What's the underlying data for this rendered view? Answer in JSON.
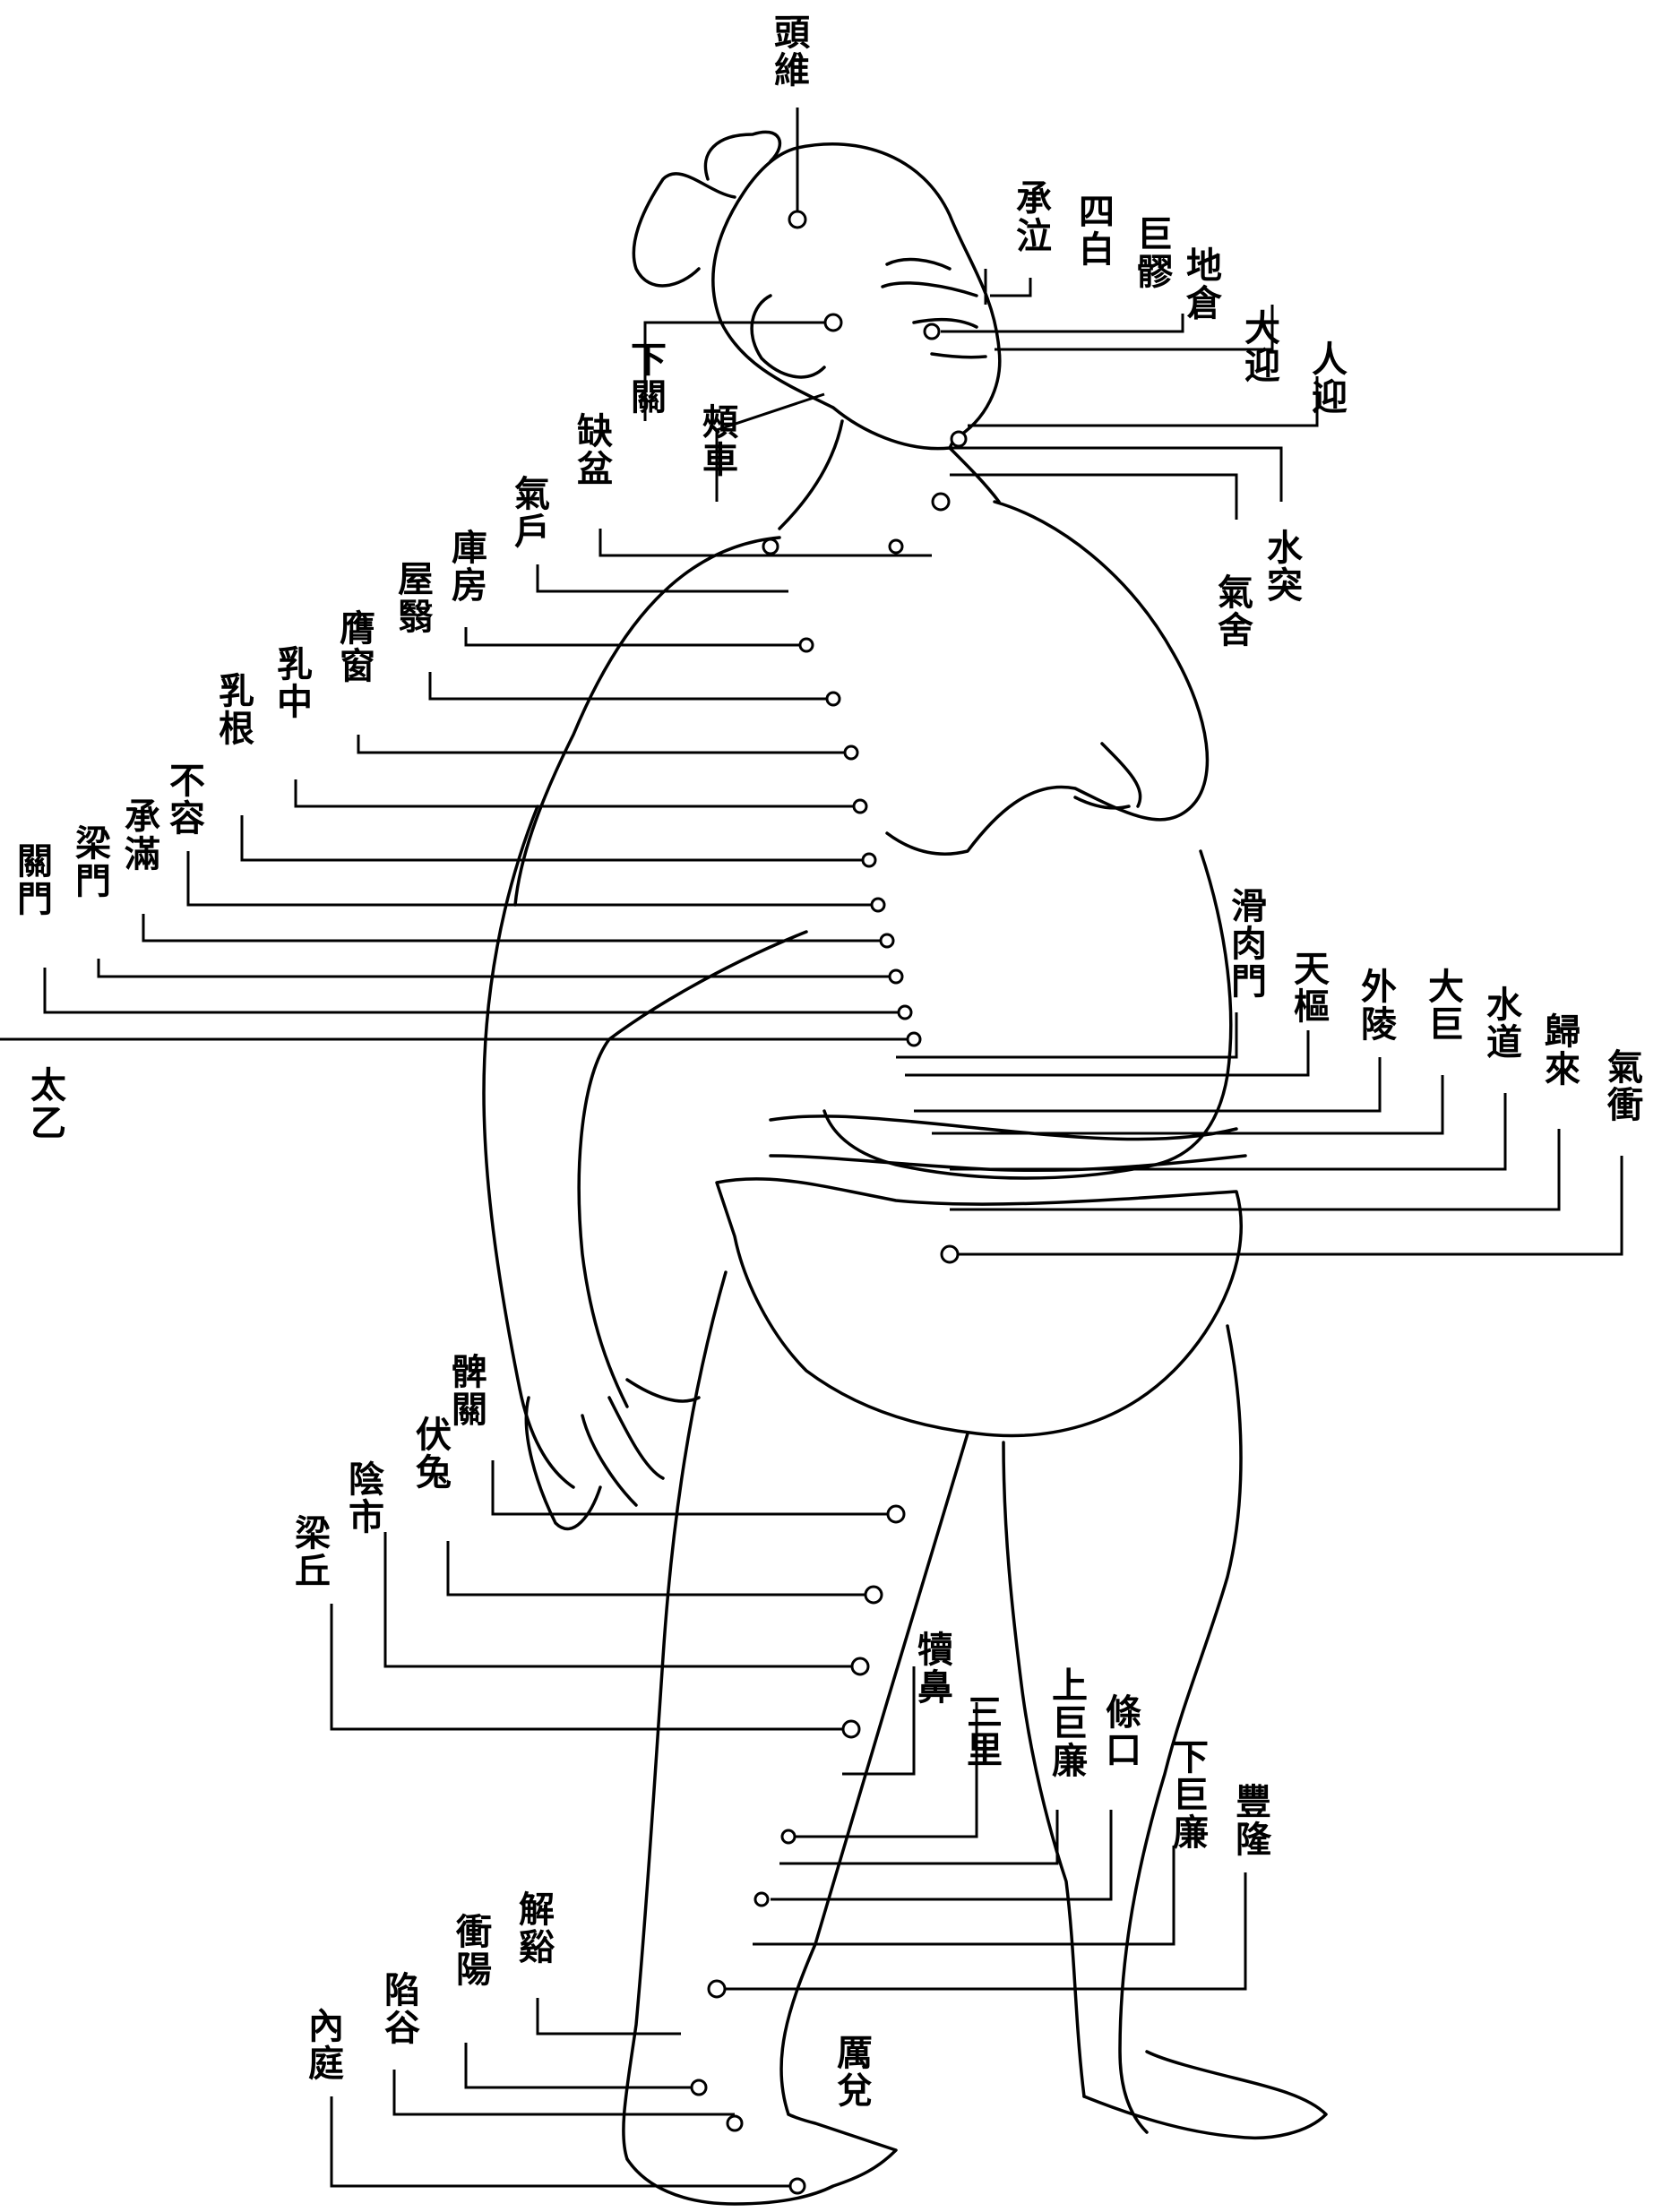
{
  "labels": {
    "touwei": "頭維",
    "chengqi": "承泣",
    "sibai": "四白",
    "juliao": "巨髎",
    "dicang": "地倉",
    "daying": "大迎",
    "renying": "人迎",
    "xiaguan": "下關",
    "jiache": "頰車",
    "quepen": "缺盆",
    "qihu": "氣戶",
    "kufang": "庫房",
    "wuyi": "屋翳",
    "yingchuang": "膺窗",
    "ruzhong": "乳中",
    "rugen": "乳根",
    "burong": "不容",
    "chengman": "承滿",
    "liangmen": "梁門",
    "guanmen": "關門",
    "taiyi": "太乙",
    "shuitu": "水突",
    "qishe": "氣舍",
    "huaroumen": "滑肉門",
    "tianshu": "天樞",
    "wailing": "外陵",
    "daju": "大巨",
    "shuidao": "水道",
    "guilai": "歸來",
    "qichong": "氣衝",
    "biguan": "髀關",
    "futu": "伏兔",
    "yinshi": "陰市",
    "liangqiu": "梁丘",
    "dubi": "犢鼻",
    "sanli": "三里",
    "shangjulian": "上巨廉",
    "tiaokou": "條口",
    "xiajulian": "下巨廉",
    "fenglong": "豐隆",
    "jiexi": "解谿",
    "chongyang": "衝陽",
    "xiangu": "陷谷",
    "neiting": "內庭",
    "lidui": "厲兌"
  }
}
